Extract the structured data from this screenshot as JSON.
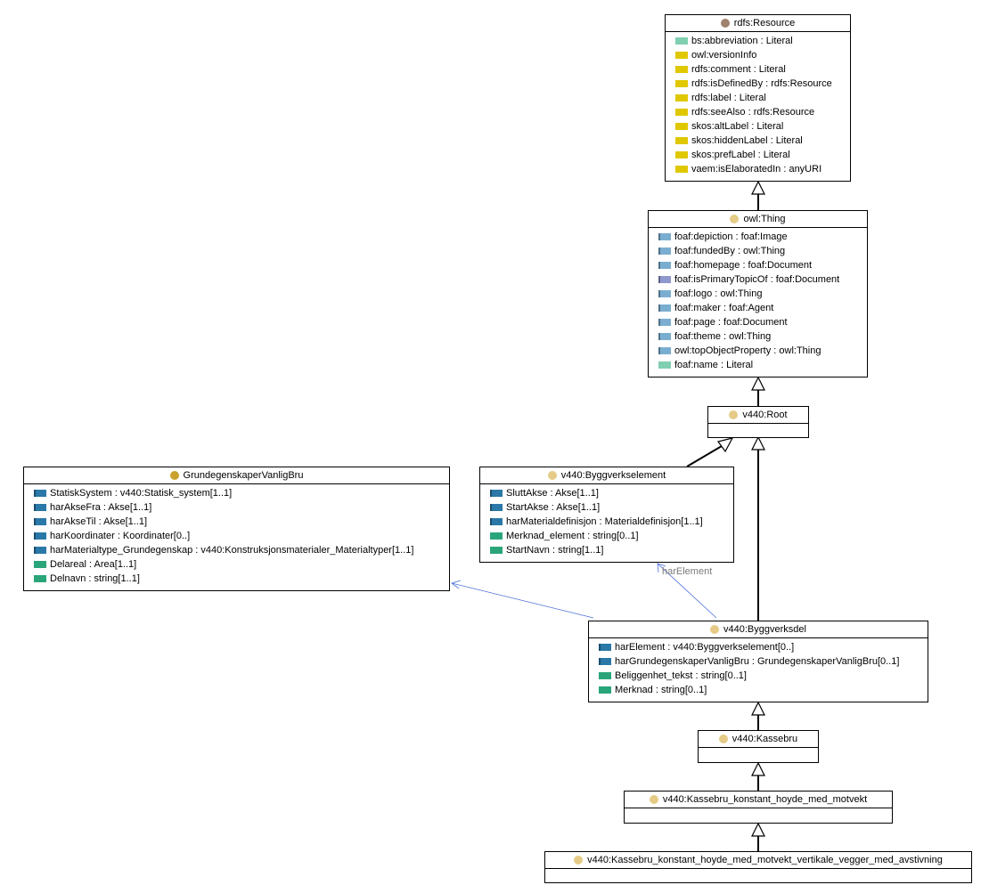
{
  "colors": {
    "annotation": "#7fcfb0",
    "owl_annotation": "#e0c800",
    "object_property": "#2978a8",
    "object_property_light": "#7aaed0",
    "inverse_property": "#8f98cc",
    "datatype_property": "#2aa57a",
    "class_dot": "#e5cb86",
    "class_dot_dark": "#c9a22e",
    "resource_dot": "#a0826d",
    "association": "#4a6fd8"
  },
  "classes": [
    {
      "id": "rdfs-resource",
      "title": "rdfs:Resource",
      "icon": "resource-dot-icon",
      "dot": "resource_dot",
      "attributes": [
        {
          "text": "bs:abbreviation : Literal",
          "icon": "annotation-property-icon",
          "color": "annotation"
        },
        {
          "text": "owl:versionInfo",
          "icon": "annotation-property-icon",
          "color": "owl_annotation"
        },
        {
          "text": "rdfs:comment : Literal",
          "icon": "annotation-property-icon",
          "color": "owl_annotation"
        },
        {
          "text": "rdfs:isDefinedBy : rdfs:Resource",
          "icon": "annotation-property-icon",
          "color": "owl_annotation"
        },
        {
          "text": "rdfs:label : Literal",
          "icon": "annotation-property-icon",
          "color": "owl_annotation"
        },
        {
          "text": "rdfs:seeAlso : rdfs:Resource",
          "icon": "annotation-property-icon",
          "color": "owl_annotation"
        },
        {
          "text": "skos:altLabel : Literal",
          "icon": "annotation-property-icon",
          "color": "owl_annotation"
        },
        {
          "text": "skos:hiddenLabel : Literal",
          "icon": "annotation-property-icon",
          "color": "owl_annotation"
        },
        {
          "text": "skos:prefLabel : Literal",
          "icon": "annotation-property-icon",
          "color": "owl_annotation"
        },
        {
          "text": "vaem:isElaboratedIn : anyURI",
          "icon": "annotation-property-icon",
          "color": "owl_annotation"
        }
      ]
    },
    {
      "id": "owl-thing",
      "title": "owl:Thing",
      "icon": "class-dot-icon",
      "dot": "class_dot",
      "attributes": [
        {
          "text": "foaf:depiction : foaf:Image",
          "icon": "object-property-icon",
          "color": "object_property_light",
          "edge": true
        },
        {
          "text": "foaf:fundedBy : owl:Thing",
          "icon": "object-property-icon",
          "color": "object_property_light",
          "edge": true
        },
        {
          "text": "foaf:homepage : foaf:Document",
          "icon": "object-property-icon",
          "color": "object_property_light",
          "edge": true
        },
        {
          "text": "foaf:isPrimaryTopicOf : foaf:Document",
          "icon": "object-property-icon",
          "color": "inverse_property",
          "edge": true
        },
        {
          "text": "foaf:logo : owl:Thing",
          "icon": "object-property-icon",
          "color": "object_property_light",
          "edge": true
        },
        {
          "text": "foaf:maker : foaf:Agent",
          "icon": "object-property-icon",
          "color": "object_property_light",
          "edge": true
        },
        {
          "text": "foaf:page : foaf:Document",
          "icon": "object-property-icon",
          "color": "object_property_light",
          "edge": true
        },
        {
          "text": "foaf:theme : owl:Thing",
          "icon": "object-property-icon",
          "color": "object_property_light",
          "edge": true
        },
        {
          "text": "owl:topObjectProperty : owl:Thing",
          "icon": "object-property-icon",
          "color": "object_property_light",
          "edge": true
        },
        {
          "text": "foaf:name : Literal",
          "icon": "datatype-property-icon",
          "color": "annotation"
        }
      ]
    },
    {
      "id": "v440-root",
      "title": "v440:Root",
      "icon": "class-dot-icon",
      "dot": "class_dot",
      "attributes": []
    },
    {
      "id": "grundegenskaper",
      "title": "GrundegenskaperVanligBru",
      "icon": "class-dot-icon",
      "dot": "class_dot_dark",
      "attributes": [
        {
          "text": "StatiskSystem : v440:Statisk_system[1..1]",
          "icon": "object-property-icon",
          "color": "object_property",
          "edge": true
        },
        {
          "text": "harAkseFra : Akse[1..1]",
          "icon": "object-property-icon",
          "color": "object_property",
          "edge": true
        },
        {
          "text": "harAkseTil : Akse[1..1]",
          "icon": "object-property-icon",
          "color": "object_property",
          "edge": true
        },
        {
          "text": "harKoordinater : Koordinater[0..]",
          "icon": "object-property-icon",
          "color": "object_property",
          "edge": true
        },
        {
          "text": "harMaterialtype_Grundegenskap : v440:Konstruksjonsmaterialer_Materialtyper[1..1]",
          "icon": "object-property-icon",
          "color": "object_property",
          "edge": true
        },
        {
          "text": "Delareal : Area[1..1]",
          "icon": "datatype-property-icon",
          "color": "datatype_property"
        },
        {
          "text": "Delnavn : string[1..1]",
          "icon": "datatype-property-icon",
          "color": "datatype_property"
        }
      ]
    },
    {
      "id": "byggverkselement",
      "title": "v440:Byggverkselement",
      "icon": "class-dot-icon",
      "dot": "class_dot",
      "attributes": [
        {
          "text": "SluttAkse : Akse[1..1]",
          "icon": "object-property-icon",
          "color": "object_property",
          "edge": true
        },
        {
          "text": "StartAkse : Akse[1..1]",
          "icon": "object-property-icon",
          "color": "object_property",
          "edge": true
        },
        {
          "text": "harMaterialdefinisjon : Materialdefinisjon[1..1]",
          "icon": "object-property-icon",
          "color": "object_property",
          "edge": true
        },
        {
          "text": "Merknad_element : string[0..1]",
          "icon": "datatype-property-icon",
          "color": "datatype_property"
        },
        {
          "text": "StartNavn : string[1..1]",
          "icon": "datatype-property-icon",
          "color": "datatype_property"
        }
      ]
    },
    {
      "id": "byggverksdel",
      "title": "v440:Byggverksdel",
      "icon": "class-dot-icon",
      "dot": "class_dot",
      "attributes": [
        {
          "text": "harElement : v440:Byggverkselement[0..]",
          "icon": "object-property-icon",
          "color": "object_property",
          "edge": true
        },
        {
          "text": "harGrundegenskaperVanligBru : GrundegenskaperVanligBru[0..1]",
          "icon": "object-property-icon",
          "color": "object_property",
          "edge": true
        },
        {
          "text": "Beliggenhet_tekst : string[0..1]",
          "icon": "datatype-property-icon",
          "color": "datatype_property"
        },
        {
          "text": "Merknad : string[0..1]",
          "icon": "datatype-property-icon",
          "color": "datatype_property"
        }
      ]
    },
    {
      "id": "kassebru",
      "title": "v440:Kassebru",
      "icon": "class-dot-icon",
      "dot": "class_dot",
      "attributes": []
    },
    {
      "id": "kassebru-motvekt",
      "title": "v440:Kassebru_konstant_hoyde_med_motvekt",
      "icon": "class-dot-icon",
      "dot": "class_dot",
      "attributes": []
    },
    {
      "id": "kassebru-vegger",
      "title": "v440:Kassebru_konstant_hoyde_med_motvekt_vertikale_vegger_med_avstivning",
      "icon": "class-dot-icon",
      "dot": "class_dot",
      "attributes": []
    }
  ],
  "edges": [
    {
      "id": "owl-thing-to-rdfs-resource",
      "type": "generalization"
    },
    {
      "id": "v440-root-to-owl-thing",
      "type": "generalization"
    },
    {
      "id": "byggverkselement-to-v440-root",
      "type": "generalization"
    },
    {
      "id": "byggverksdel-to-v440-root",
      "type": "generalization"
    },
    {
      "id": "kassebru-to-byggverksdel",
      "type": "generalization"
    },
    {
      "id": "kassebru-motvekt-to-kassebru",
      "type": "generalization"
    },
    {
      "id": "kassebru-vegger-to-kassebru-motvekt",
      "type": "generalization"
    },
    {
      "id": "byggverksdel-to-grundegenskaper",
      "type": "association"
    },
    {
      "id": "byggverksdel-to-byggverkselement",
      "type": "association",
      "label": "harElement"
    }
  ]
}
